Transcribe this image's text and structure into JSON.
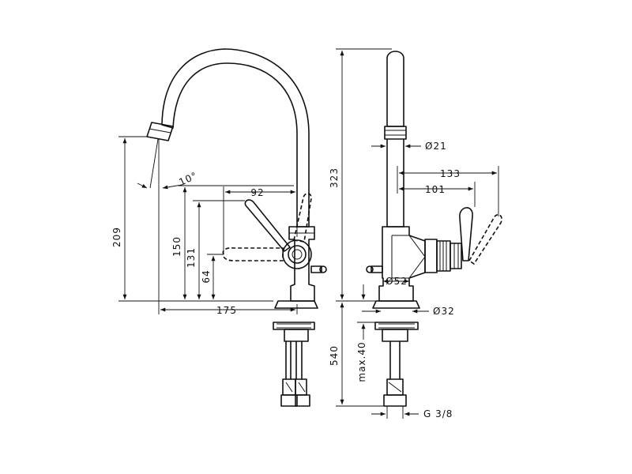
{
  "dimensions": {
    "d209": "209",
    "d150": "150",
    "d131": "131",
    "d64": "64",
    "d92": "92",
    "d175": "175",
    "angle": "10°",
    "d323": "323",
    "d540": "540",
    "dmax40": "max.40",
    "d21": "Ø21",
    "d133": "133",
    "d101": "101",
    "d52": "Ø52",
    "d32": "Ø32",
    "thread": "G 3/8"
  }
}
